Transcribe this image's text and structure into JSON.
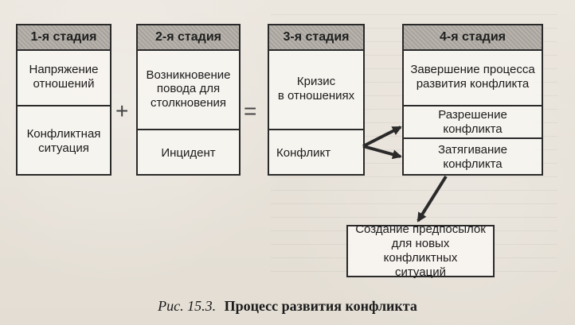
{
  "diagram": {
    "stages": [
      {
        "title": "1-я стадия",
        "top_text": "Напряжение\nотношений",
        "bottom_text": "Конфликтная\nситуация"
      },
      {
        "title": "2-я стадия",
        "top_text": "Возникновение\nповода для\nстолкновения",
        "bottom_text": "Инцидент"
      },
      {
        "title": "3-я стадия",
        "top_text": "Кризис\nв отношениях",
        "bottom_text": "Конфликт"
      },
      {
        "title": "4-я стадия",
        "top_text": "Завершение процесса\nразвития конфликта",
        "middle_text": "Разрешение конфликта",
        "bottom_text": "Затягивание конфликта"
      }
    ],
    "operators": {
      "plus": "+",
      "equals": "="
    },
    "result_box": "Создание предпосылок\nдля новых конфликтных\nситуаций"
  },
  "caption": {
    "label": "Рис. 15.3.",
    "title": "Процесс развития конфликта"
  }
}
